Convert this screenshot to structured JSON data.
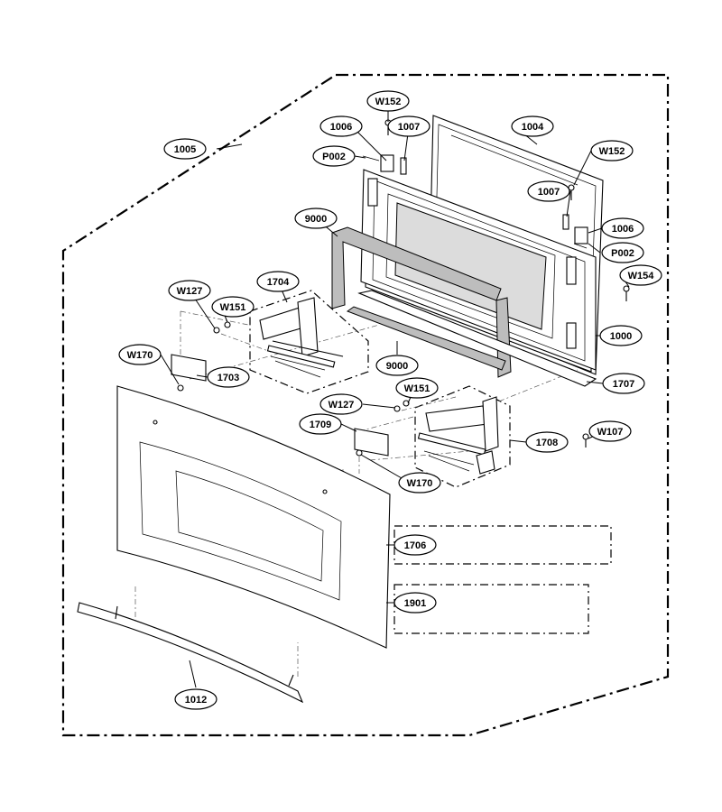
{
  "diagram": {
    "labels": [
      {
        "id": "l1005",
        "text": "1005"
      },
      {
        "id": "lw152a",
        "text": "W152"
      },
      {
        "id": "l1006a",
        "text": "1006"
      },
      {
        "id": "l1007a",
        "text": "1007"
      },
      {
        "id": "l1004",
        "text": "1004"
      },
      {
        "id": "lp002a",
        "text": "P002"
      },
      {
        "id": "lw152b",
        "text": "W152"
      },
      {
        "id": "l1007b",
        "text": "1007"
      },
      {
        "id": "l1006b",
        "text": "1006"
      },
      {
        "id": "lp002b",
        "text": "P002"
      },
      {
        "id": "l9000a",
        "text": "9000"
      },
      {
        "id": "lw154",
        "text": "W154"
      },
      {
        "id": "lw127a",
        "text": "W127"
      },
      {
        "id": "l1704",
        "text": "1704"
      },
      {
        "id": "lw151a",
        "text": "W151"
      },
      {
        "id": "l1000",
        "text": "1000"
      },
      {
        "id": "lw170a",
        "text": "W170"
      },
      {
        "id": "l1703",
        "text": "1703"
      },
      {
        "id": "l9000b",
        "text": "9000"
      },
      {
        "id": "l1707",
        "text": "1707"
      },
      {
        "id": "lw151b",
        "text": "W151"
      },
      {
        "id": "lw127b",
        "text": "W127"
      },
      {
        "id": "lw107",
        "text": "W107"
      },
      {
        "id": "l1709",
        "text": "1709"
      },
      {
        "id": "l1708",
        "text": "1708"
      },
      {
        "id": "lw170b",
        "text": "W170"
      },
      {
        "id": "l1706",
        "text": "1706"
      },
      {
        "id": "l1901",
        "text": "1901"
      },
      {
        "id": "l1012",
        "text": "1012"
      }
    ]
  }
}
